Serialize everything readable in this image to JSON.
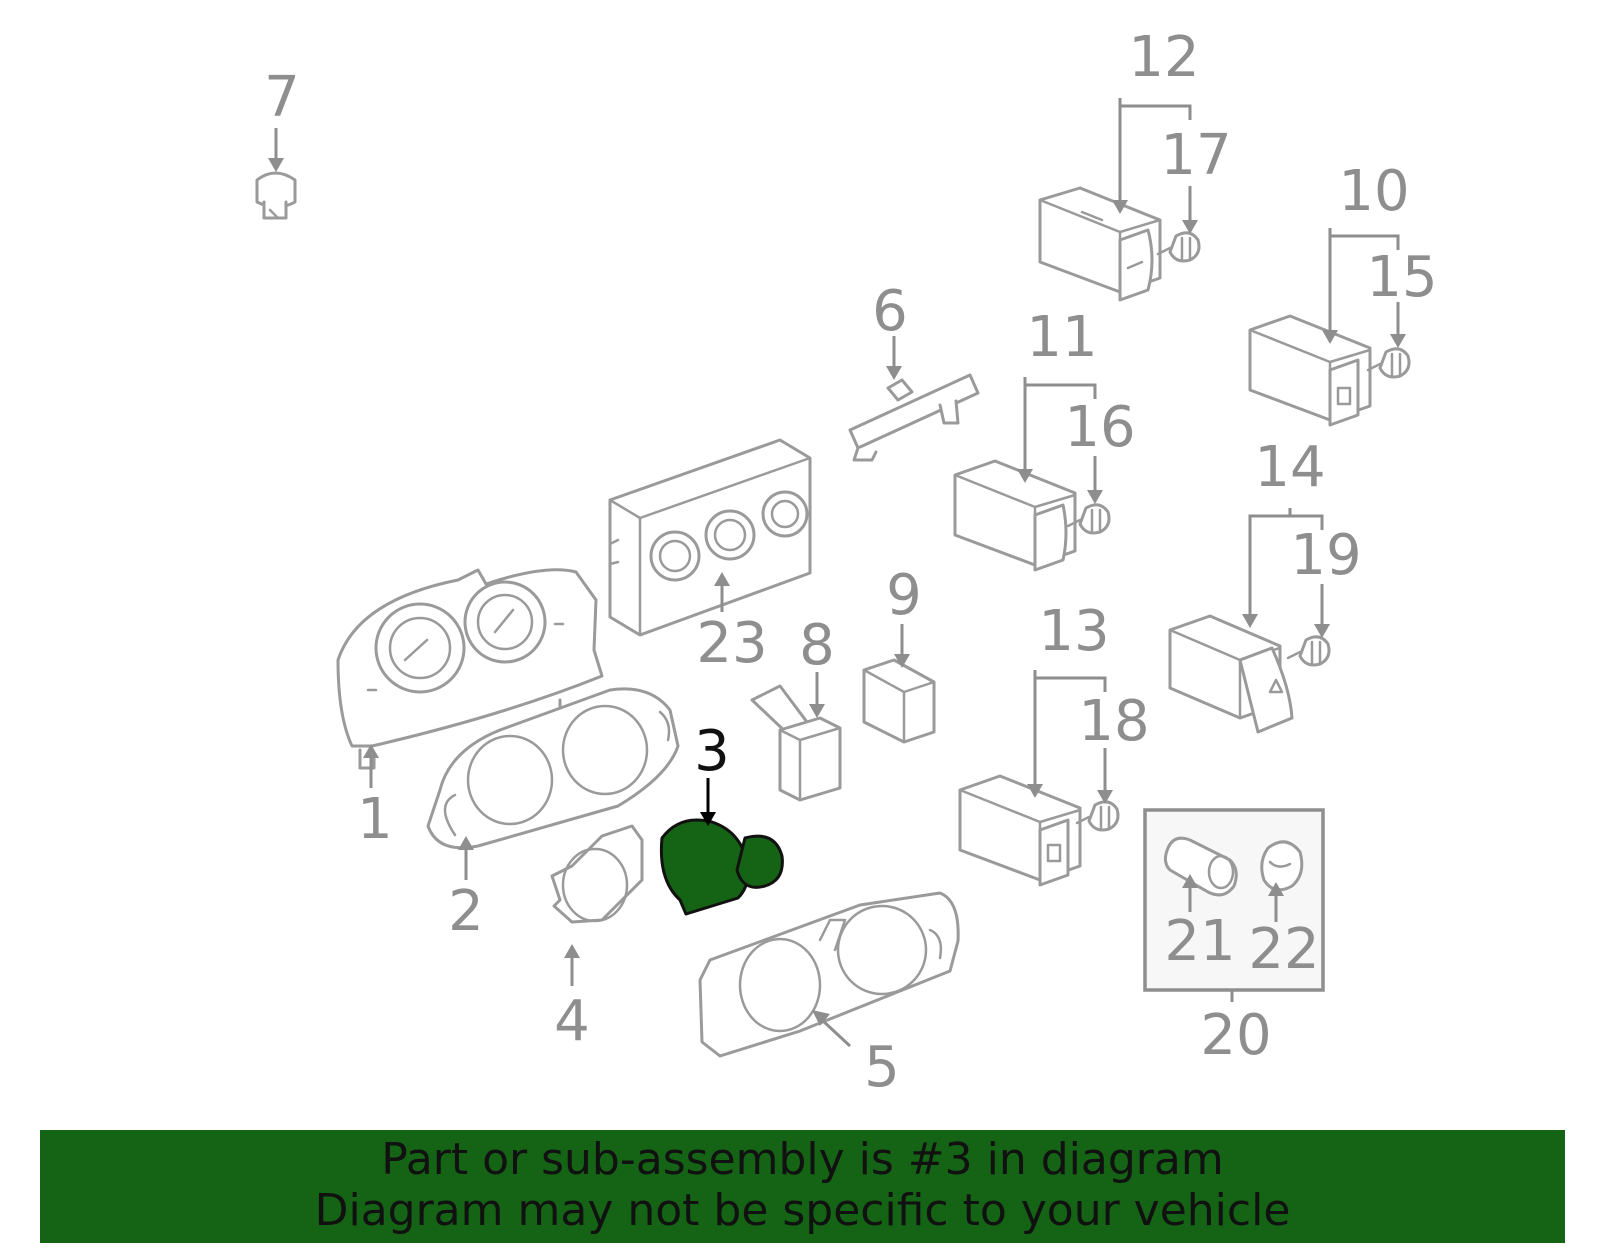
{
  "diagram": {
    "callouts": [
      "1",
      "2",
      "3",
      "4",
      "5",
      "6",
      "7",
      "8",
      "9",
      "10",
      "11",
      "12",
      "13",
      "14",
      "15",
      "16",
      "17",
      "18",
      "19",
      "20",
      "21",
      "22",
      "23"
    ],
    "highlighted_part": "3",
    "colors": {
      "highlight": "#156315",
      "line_art": "#9a9a9a",
      "label": "#8e8e8e",
      "active_label": "#111111"
    }
  },
  "banner": {
    "line1": "Part or sub-assembly is #3 in diagram",
    "line2": "Diagram may not be specific to your vehicle",
    "color": "#156315"
  }
}
